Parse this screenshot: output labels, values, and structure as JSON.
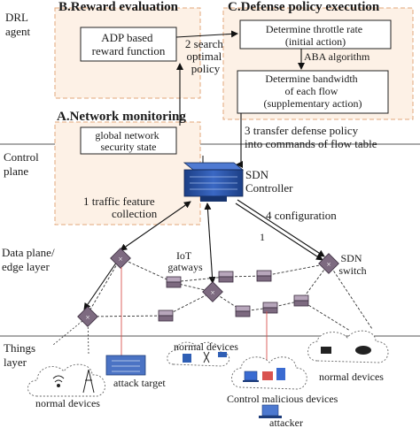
{
  "layers": {
    "drl_agent": [
      "DRL",
      "agent"
    ],
    "control_plane": [
      "Control",
      "plane"
    ],
    "data_plane": [
      "Data plane/",
      "edge layer"
    ],
    "things_layer": [
      "Things",
      "layer"
    ]
  },
  "modules": {
    "reward_title": "B.Reward evaluation",
    "defense_title": "C.Defense policy execution",
    "monitoring_title": "A.Network monitoring",
    "adp_box": [
      "ADP based",
      "reward function"
    ],
    "throttle_box": [
      "Determine throttle rate",
      "(initial action)"
    ],
    "bandwidth_box": [
      "Determine bandwidth",
      "of each flow",
      "(supplementary action)"
    ],
    "security_box": [
      "global network",
      "security state"
    ],
    "aba_label": "ABA algorithm"
  },
  "steps": {
    "step2": [
      "2 search",
      "optimal",
      "policy"
    ],
    "step3": [
      "3 transfer defense policy",
      "into commands of flow table"
    ],
    "step1": [
      "1 traffic feature",
      "collection"
    ],
    "step4": "4 configuration",
    "step4_marker": "1"
  },
  "nodes": {
    "sdn_controller": [
      "SDN",
      "Controller"
    ],
    "iot_gateways": [
      "IoT",
      "gatways"
    ],
    "sdn_switch": [
      "SDN",
      "switch"
    ]
  },
  "devices": {
    "normal_left": "normal devices",
    "attack_target": "attack target",
    "normal_middle": "normal devices",
    "malicious": "Control malicious devices",
    "attacker": "attacker",
    "normal_right": "normal devices"
  },
  "colors": {
    "zone_fill": "#fdf1e6",
    "zone_border": "#e2a77b",
    "switch_body": "#7d6a80",
    "attack_link": "#d9534f",
    "controller": "#2b56a8"
  }
}
